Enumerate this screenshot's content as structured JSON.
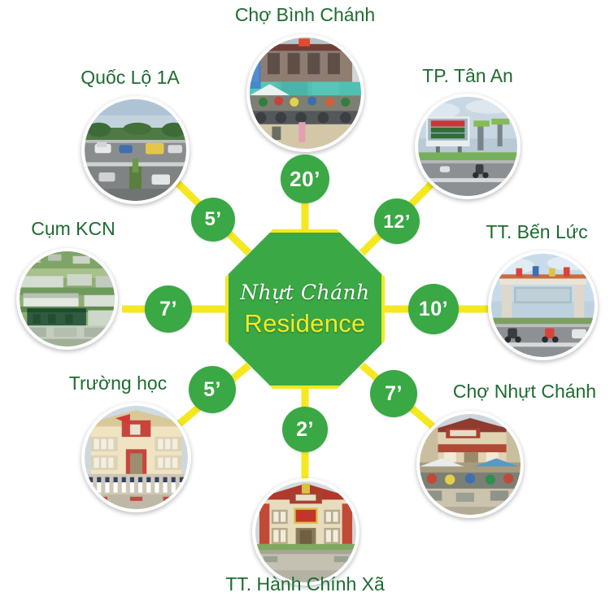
{
  "hub": {
    "script_name": "Nhựt Chánh",
    "main_name": "Residence",
    "fill_color": "#3aa845",
    "border_color": "#f5e820",
    "script_color": "#ffffff",
    "main_color": "#f2ea26"
  },
  "style": {
    "line_color": "#f5e820",
    "label_color": "#1d6b30",
    "badge_color": "#3aa845",
    "badge_text_color": "#ffffff",
    "background": "#ffffff"
  },
  "nodes": [
    {
      "id": "cho-binh-chanh",
      "label": "Chợ Bình Chánh",
      "time": "20’",
      "photo": "market-street-with-motorbikes"
    },
    {
      "id": "quoc-lo-1a",
      "label": "Quốc Lộ 1A",
      "time": "5’",
      "photo": "highway-with-vehicles"
    },
    {
      "id": "tp-tan-an",
      "label": "TP. Tân An",
      "time": "12’",
      "photo": "city-welcome-gateway-sign"
    },
    {
      "id": "cum-kcn",
      "label": "Cụm KCN",
      "time": "7’",
      "photo": "industrial-park-aerial"
    },
    {
      "id": "tt-ben-luc",
      "label": "TT. Bến Lức",
      "time": "10’",
      "photo": "town-entrance-arch"
    },
    {
      "id": "truong-hoc",
      "label": "Trường học",
      "time": "5’",
      "photo": "school-building-with-students"
    },
    {
      "id": "cho-nhut-chanh",
      "label": "Chợ Nhựt Chánh",
      "time": "7’",
      "photo": "local-market-building"
    },
    {
      "id": "tt-hanh-chinh-xa",
      "label": "TT. Hành Chính Xã",
      "time": "2’",
      "photo": "commune-administration-office"
    }
  ]
}
